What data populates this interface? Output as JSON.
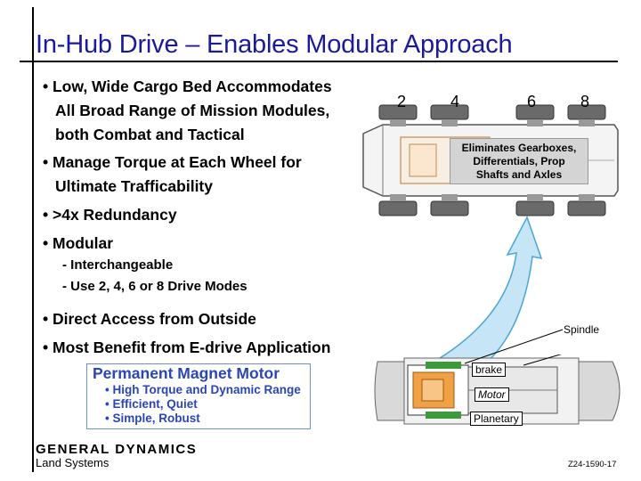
{
  "title": "In-Hub Drive – Enables Modular Approach",
  "bullets": {
    "b1_line1": "• Low, Wide Cargo Bed Accommodates",
    "b1_line2": "All Broad Range of Mission Modules,",
    "b1_line3": "both Combat and Tactical",
    "b2_line1": "• Manage Torque at Each Wheel for",
    "b2_line2": "Ultimate Trafficability",
    "b3": "• >4x Redundancy",
    "b4": "• Modular",
    "b4_sub1": "- Interchangeable",
    "b4_sub2": "- Use 2, 4, 6 or 8 Drive Modes",
    "b5": "• Direct Access from Outside",
    "b6": "• Most Benefit from E-drive Application"
  },
  "axles": [
    "2",
    "4",
    "6",
    "8"
  ],
  "eliminates": {
    "line1": "Eliminates Gearboxes,",
    "line2": "Differentials, Prop",
    "line3": "Shafts and Axles"
  },
  "motor_box": {
    "title": "Permanent Magnet Motor",
    "items": [
      "• High Torque and Dynamic Range",
      "• Efficient, Quiet",
      "• Simple, Robust"
    ]
  },
  "hub_labels": {
    "spindle": "Spindle",
    "brake": "brake",
    "motor": "Motor",
    "planetary": "Planetary"
  },
  "footer": {
    "company": "GENERAL DYNAMICS",
    "division": "Land Systems",
    "code": "Z24-1590-17"
  },
  "colors": {
    "title": "#1a1a9c",
    "motor_text": "#2a45b5",
    "arrow_fill": "#c6e6f7",
    "arrow_stroke": "#4aa5d8"
  }
}
